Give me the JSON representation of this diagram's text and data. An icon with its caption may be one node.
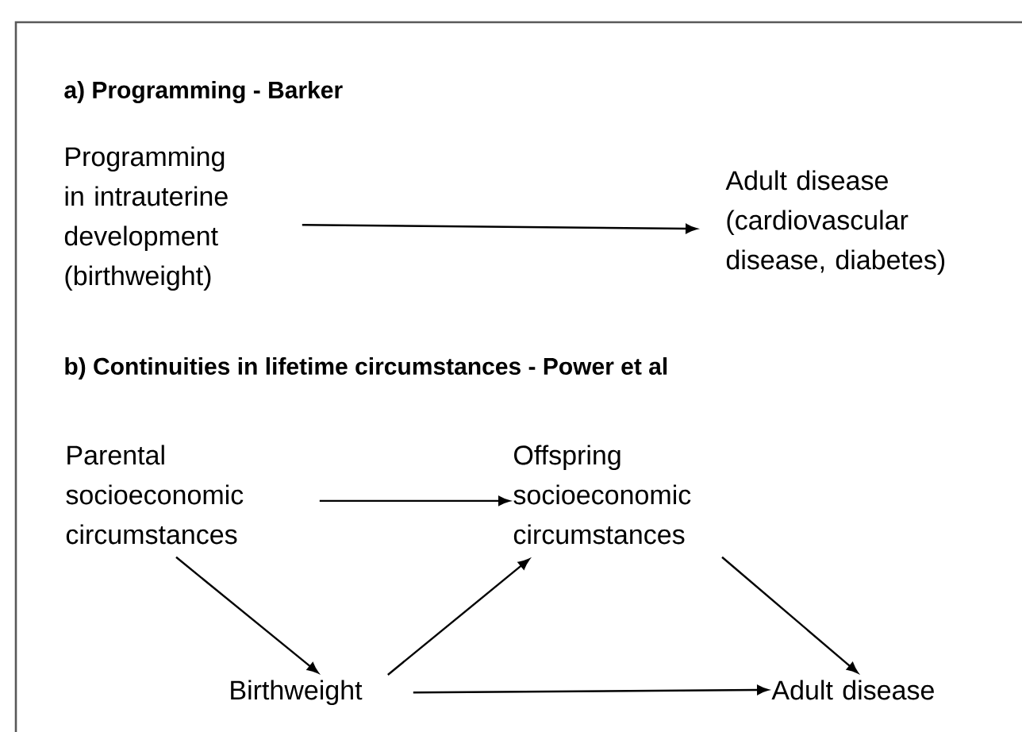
{
  "diagram": {
    "nodes": [
      {
        "text": [
          "Programming in intrauterine development (birthweight)"
        ]
      },
      {
        "text": [
          "Adult disease (cardiovascular disease, diabetes)"
        ]
      },
      {
        "text": [
          "Parental socioeconomic circumstances"
        ]
      },
      {
        "text": [
          "Offspring socioeconomic circumstances"
        ]
      },
      {
        "text": [
          "Birthweight"
        ]
      },
      {
        "text": [
          "Adult disease"
        ]
      }
    ],
    "edges": [
      {
        "from": 0,
        "to": 1,
        "arrow": "to"
      },
      {
        "from": 2,
        "to": 3,
        "arrow": "to"
      },
      {
        "from": 2,
        "to": 4,
        "arrow": "to"
      },
      {
        "from": 4,
        "to": 3,
        "arrow": "to"
      },
      {
        "from": 3,
        "to": 5,
        "arrow": "to"
      },
      {
        "from": 4,
        "to": 5,
        "arrow": "to"
      }
    ],
    "labels": [
      "a) Programming - Barker",
      "b) Continuities in lifetime circumstances - Power et al"
    ]
  }
}
